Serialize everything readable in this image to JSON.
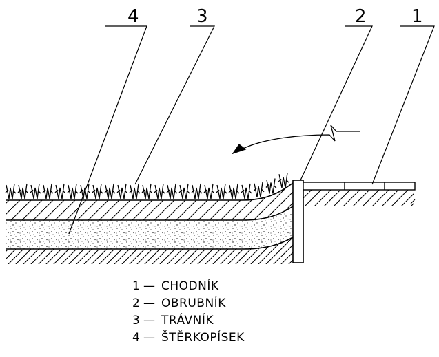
{
  "callouts": [
    {
      "number": "1"
    },
    {
      "number": "2"
    },
    {
      "number": "3"
    },
    {
      "number": "4"
    }
  ],
  "legend": [
    {
      "number": "1",
      "dash": "—",
      "label": "CHODNÍK"
    },
    {
      "number": "2",
      "dash": "—",
      "label": "OBRUBNÍK"
    },
    {
      "number": "3",
      "dash": "—",
      "label": "TRÁVNÍK"
    },
    {
      "number": "4",
      "dash": "—",
      "label": "ŠTĚRKOPÍSEK"
    }
  ]
}
